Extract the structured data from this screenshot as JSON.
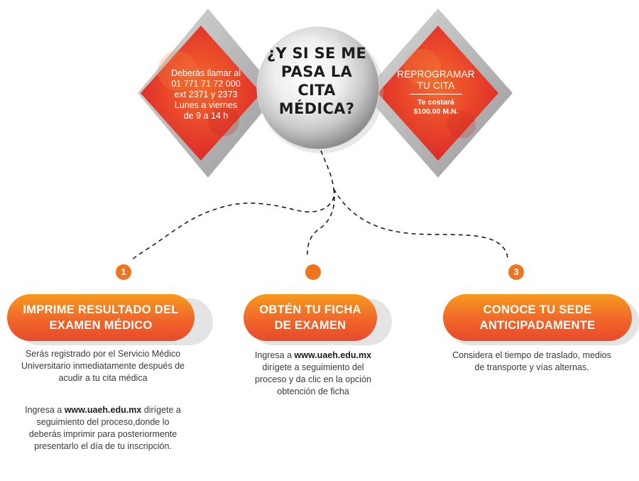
{
  "center": {
    "title_lines": [
      "¿Y SI SE ME",
      "PASA LA",
      "CITA",
      "MÉDICA?"
    ]
  },
  "left_diamond": {
    "lines": [
      "Deberás llamar al",
      "01 771 71 72 000",
      "ext 2371 y 2373",
      "Lunes a viernes",
      "de 9 a 14 h"
    ]
  },
  "right_diamond": {
    "title_line1": "REPROGRAMAR",
    "title_line2": "TU CITA",
    "cost_label": "Te costará",
    "cost_value": "$100.00 M.N."
  },
  "steps": [
    {
      "number": "1",
      "title_line1": "IMPRIME RESULTADO DEL",
      "title_line2": "EXAMEN MÉDICO",
      "para1_lines": [
        "Serás registrado por el Servicio Médico",
        "Universitario inmediatamente después de",
        "acudir a tu cita médica"
      ],
      "para2_pre": "Ingresa a ",
      "para2_link": "www.uaeh.edu.mx",
      "para2_post": " dirígete a",
      "para2_lines": [
        "seguimiento del proceso,donde lo",
        "deberás imprimir para posteriormente",
        "presentarlo el día de tu inscripción."
      ]
    },
    {
      "number": "",
      "title_line1": "OBTÉN TU FICHA",
      "title_line2": "DE EXAMEN",
      "para_pre": "Ingresa a ",
      "para_link": "www.uaeh.edu.mx",
      "para_lines": [
        "dirígete a seguimiento del",
        "proceso y da clic en la opción",
        "obtención de ficha"
      ]
    },
    {
      "number": "3",
      "title_line1": "CONOCE TU SEDE",
      "title_line2": "ANTICIPADAMENTE",
      "para_lines": [
        "Considera el tiempo de traslado, medios",
        "de transporte y vías alternas."
      ]
    }
  ],
  "colors": {
    "accent_orange": "#f0731f",
    "pill_top": "#f79b1d",
    "pill_bottom": "#e84a2b",
    "diamond_red": "#e33a2a",
    "text_dark": "#3a3a3a"
  }
}
